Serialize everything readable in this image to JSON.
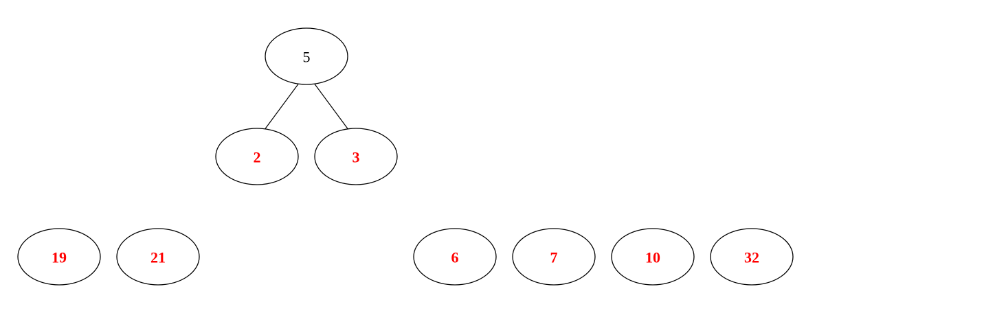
{
  "diagram": {
    "nodes": [
      {
        "id": "n5",
        "label": "5",
        "highlighted": false
      },
      {
        "id": "n2",
        "label": "2",
        "highlighted": true
      },
      {
        "id": "n3",
        "label": "3",
        "highlighted": true
      },
      {
        "id": "n19",
        "label": "19",
        "highlighted": true
      },
      {
        "id": "n21",
        "label": "21",
        "highlighted": true
      },
      {
        "id": "n6",
        "label": "6",
        "highlighted": true
      },
      {
        "id": "n7",
        "label": "7",
        "highlighted": true
      },
      {
        "id": "n10",
        "label": "10",
        "highlighted": true
      },
      {
        "id": "n32",
        "label": "32",
        "highlighted": true
      }
    ],
    "edges": [
      {
        "from": "n5",
        "to": "n2"
      },
      {
        "from": "n5",
        "to": "n3"
      }
    ],
    "colors": {
      "highlight_text": "#ff0000",
      "plain_text": "#000000",
      "stroke": "#000000",
      "background": "#ffffff"
    }
  }
}
